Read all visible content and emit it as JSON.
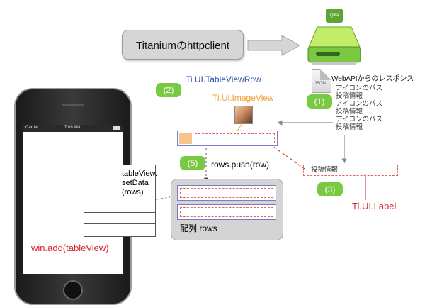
{
  "title": "Titaniumのhttpclient",
  "qiita_label": "Qiita",
  "json_label": "JSON",
  "response": {
    "header": "WebAPIからのレスポンス",
    "lines": [
      "アイコンのパス",
      "投稿情報",
      "アイコンのパス",
      "投稿情報",
      "アイコンのパス",
      "投稿情報"
    ]
  },
  "labels": {
    "tableviewrow": "Ti.UI.TableViewRow",
    "imageview": "Ti.Ui.ImageView",
    "rows_push": "rows.push(row)",
    "label_field": "投稿情報",
    "ti_ui_label": "Ti.UI.Label",
    "setdata_line1": "tableView.",
    "setdata_line2": "setData",
    "setdata_line3": "(rows)",
    "win_add": "win.add(tableView)",
    "rows_array": "配列 rows"
  },
  "steps": {
    "s1": "(1)",
    "s2": "(2)",
    "s3": "(3)",
    "s5": "(5)"
  },
  "phone": {
    "carrier": "Carrier",
    "time": "7:09 AM"
  },
  "colors": {
    "green": "#7ac943",
    "blue": "#2a4ba8",
    "orange": "#f0a030",
    "red": "#d8222a"
  }
}
